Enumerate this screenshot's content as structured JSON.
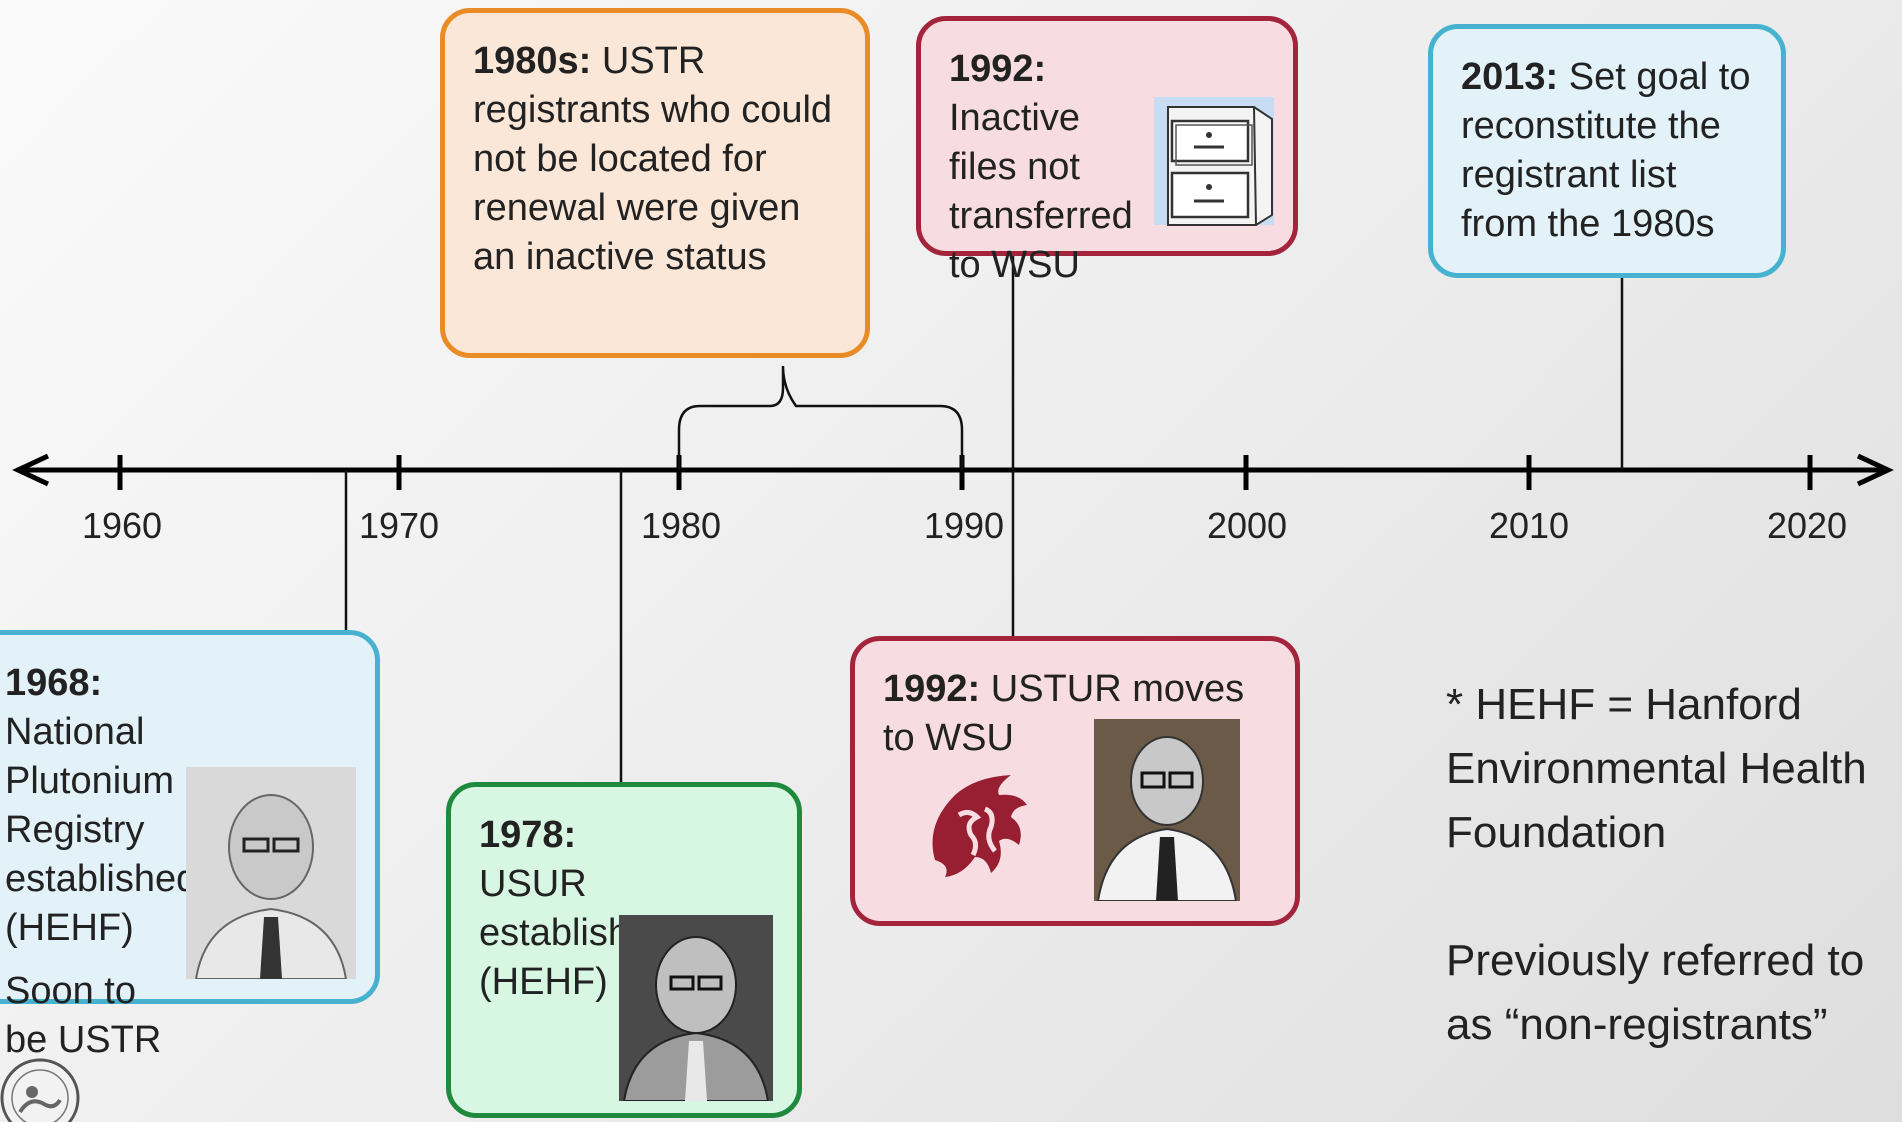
{
  "timeline": {
    "years": [
      "1960",
      "1970",
      "1980",
      "1990",
      "2000",
      "2010",
      "2020"
    ]
  },
  "events": {
    "e1980s": {
      "year": "1980s:",
      "text": " USTR registrants who could not be located for renewal were given an inactive status"
    },
    "e1992a": {
      "year": "1992:",
      "text": " Inactive files not transferred to WSU"
    },
    "e2013": {
      "year": "2013:",
      "text": " Set goal to reconstitute the registrant list from the 1980s"
    },
    "e1968": {
      "year": "1968:",
      "text": " National Plutonium Registry established (HEHF)",
      "text2": "Soon to be USTR"
    },
    "e1978": {
      "year": "1978:",
      "text": " USUR established (HEHF)"
    },
    "e1992b": {
      "year": "1992:",
      "text": " USTUR moves to WSU"
    }
  },
  "notes": {
    "line1": "* HEHF = Hanford",
    "line2": "Environmental Health",
    "line3": "Foundation",
    "line4": "Previously referred to",
    "line5": "as “non-registrants”"
  },
  "icons": [
    "file-cabinet-icon",
    "wsu-cougar-logo",
    "seal-logo"
  ],
  "colors": {
    "orange": "#e98c26",
    "rose": "#a3243b",
    "blue": "#46b2cf",
    "green": "#1f8a3d"
  }
}
